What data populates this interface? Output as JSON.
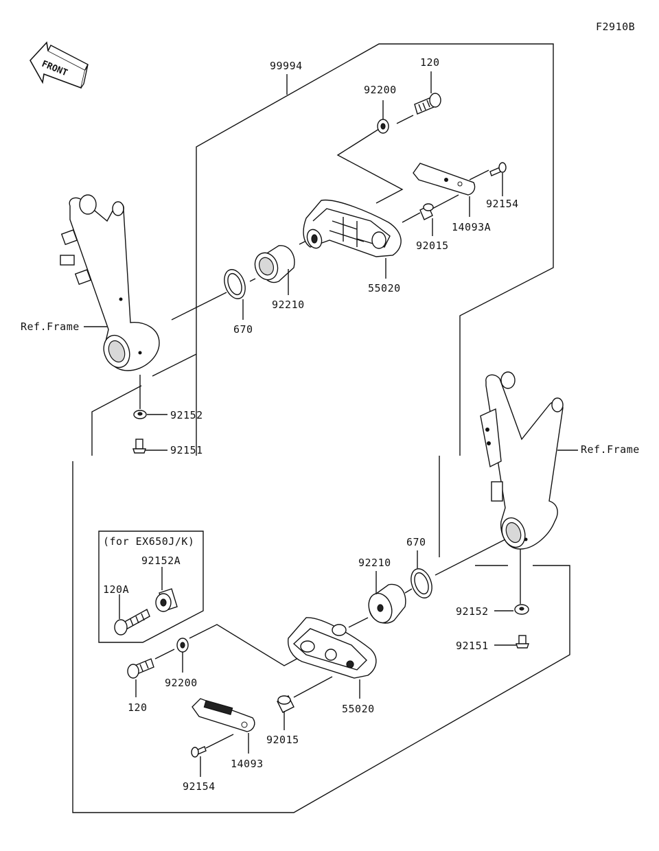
{
  "figure_code": "F2910B",
  "front_label": "FRONT",
  "box_note": "(for EX650J/K)",
  "upper": {
    "kit": "99994",
    "bolt": "120",
    "washer": "92200",
    "screw": "92154",
    "plate": "14093A",
    "collar": "92015",
    "slider": "55020",
    "spacer": "92210",
    "oring": "670",
    "frame_ref": "Ref.Frame",
    "nut": "92152",
    "bolt_small": "92151"
  },
  "lower": {
    "frame_ref": "Ref.Frame",
    "oring": "670",
    "spacer": "92210",
    "nut": "92152",
    "bolt_small": "92151",
    "alt_spacer": "92152A",
    "alt_bolt": "120A",
    "washer": "92200",
    "bolt": "120",
    "slider": "55020",
    "collar": "92015",
    "plate": "14093",
    "screw": "92154"
  }
}
